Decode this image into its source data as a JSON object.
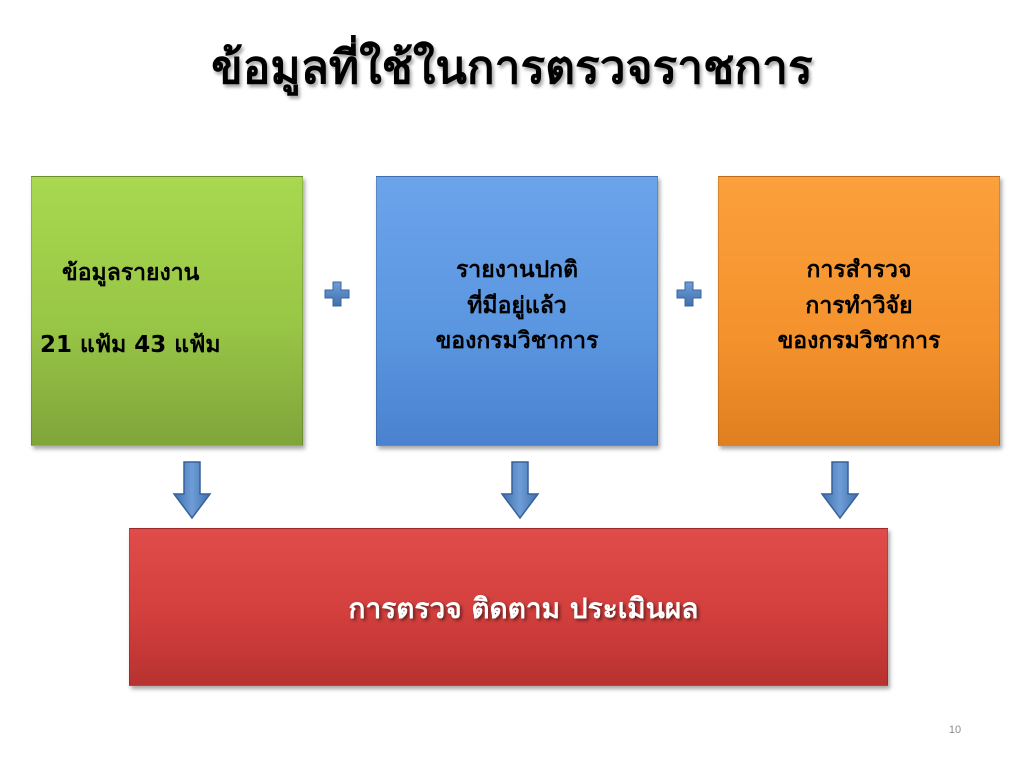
{
  "slide": {
    "title": "ข้อมูลที่ใช้ในการตรวจราชการ",
    "page_number": "10"
  },
  "boxes": {
    "report_data": {
      "line1": "ข้อมูลรายงาน",
      "line2": "21 แฟ้ม 43 แฟ้ม",
      "color": "#98c646"
    },
    "routine_report": {
      "lines": [
        "รายงานปกติ",
        "ที่มีอยู่แล้ว",
        "ของกรมวิชาการ"
      ],
      "color": "#5a95e0"
    },
    "survey_research": {
      "lines": [
        "การสำรวจ",
        "การทำวิจัย",
        "ของกรมวิชาการ"
      ],
      "color": "#f4922c"
    },
    "inspection": {
      "label": "การตรวจ ติดตาม ประเมินผล",
      "color": "#d23f3d"
    }
  },
  "connectors": {
    "plus_icon": "plus-icon",
    "arrow_icon": "arrow-down-icon",
    "accent_color": "#4f81bd"
  }
}
